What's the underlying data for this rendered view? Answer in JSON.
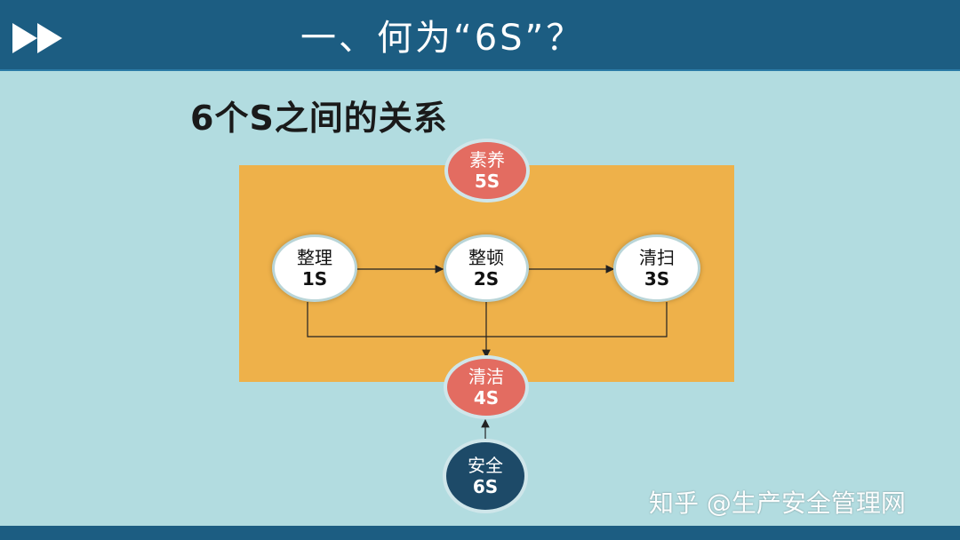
{
  "header": {
    "title": "一、何为“6S”？",
    "nav_icon": "fast-forward-icon",
    "bg_color": "#1c5d82"
  },
  "subtitle": "6个S之间的关系",
  "diagram": {
    "box_color": "#eeb14a",
    "nodes": {
      "s1": {
        "label": "整理",
        "code": "1S"
      },
      "s2": {
        "label": "整顿",
        "code": "2S"
      },
      "s3": {
        "label": "清扫",
        "code": "3S"
      },
      "s4": {
        "label": "清洁",
        "code": "4S"
      },
      "s5": {
        "label": "素养",
        "code": "5S"
      },
      "s6": {
        "label": "安全",
        "code": "6S"
      }
    },
    "colors": {
      "white_node": "#ffffff",
      "red_node": "#e36c61",
      "navy_node": "#1d4a68"
    }
  },
  "watermark": "知乎 @生产安全管理网"
}
